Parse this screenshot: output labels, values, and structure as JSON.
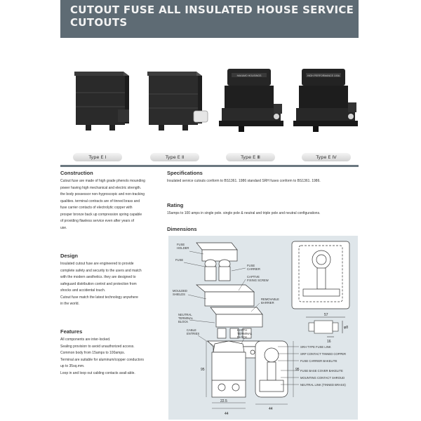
{
  "header": {
    "title": "CUTOUT FUSE ALL INSULATED HOUSE SERVICE CUTOUTS"
  },
  "products": [
    {
      "caption": "Type E Ⅰ",
      "label_text": ""
    },
    {
      "caption": "Type E Ⅱ",
      "label_text": ""
    },
    {
      "caption": "Type E Ⅲ",
      "label_text": "HAKAMO HOUSINGS"
    },
    {
      "caption": "Type E Ⅳ",
      "label_text": "HIGH PERFORMANCE 100A"
    }
  ],
  "construction": {
    "title": "Construction",
    "lines": [
      "Cutout fuse are made of high grade phenols mounding",
      "power having high mechanical and electric strength.",
      "the body possessor non-hygroscopic and non-tracking",
      "qualities. terminal contracts are of tinned brass and",
      "fuse carrier contacts of electrolytic copper with",
      "prosper bronze back up compression spring capable",
      "of providing flawless service even after years of",
      "use."
    ]
  },
  "design": {
    "title": "Design",
    "lines": [
      "Insulated cutout fuse are engineered to provide",
      "complete safety and security to the users and match",
      "with the modern aesthetics. they are designed to",
      "safeguard distribution control and protection from",
      "shocks and accidental touch.",
      "Cutout fuse match the latest technology anywhere",
      "in the world."
    ]
  },
  "features": {
    "title": "Features",
    "lines": [
      "All components are inter-locked.",
      "Sealing provision to avoid unauthorized access.",
      "Common body from 15amps to 100amps.",
      "Terminal are suitable for aluminum/copper conductors",
      "up to 35sq.mm.",
      "Loop in and loop out cabling contacts avail-able."
    ]
  },
  "specifications": {
    "title": "Specifications",
    "text": "Insulated service cutouts conform to BS1361. 1986 standard SRH fuses conform to BS1361. 1986."
  },
  "rating": {
    "title": "Rating",
    "text": "15amps to 100 amps in single pole. single pole & neutral and triple pole and neutral configurations."
  },
  "dimensions": {
    "title": "Dimensions",
    "exploded_labels": {
      "fuse_holder": [
        "FUSE",
        "HOLDER"
      ],
      "fuse": "FUSE",
      "fuse_carrier": [
        "FUSE",
        "CARRIER"
      ],
      "captive_screw": [
        "CAPTIVE",
        "FIXING SCREW"
      ],
      "moulded_shields": [
        "MOULDED",
        "SHIELDS"
      ],
      "removable_barrier": [
        "REMOVABLE",
        "BARRIER"
      ],
      "neutral_terminal": [
        "NEUTRAL",
        "TERMINAL",
        "BLOCK"
      ],
      "cable_entries": [
        "CABLE",
        "ENTRIES"
      ],
      "earth_terminal": [
        "EARTH",
        "TERMINAL",
        "BLOCK"
      ]
    },
    "small_dims": {
      "d57": "57",
      "d16": "16",
      "d8": "φ8"
    },
    "front_dims": {
      "height": "95",
      "half_width": "22.5",
      "width": "44"
    },
    "section_dims": {
      "height": "95",
      "width": "44"
    },
    "section_labels": [
      "SRH TYPE FUSE LINK",
      "SRP CONTACT TINNED COPPER",
      "FUSE CARRIER BAKELITE",
      "FUSE BASE COVER BAKELITE",
      "MOUNTING CONTACT SHROUD",
      "NEUTRAL LINK (TINNED BRASS)"
    ]
  }
}
